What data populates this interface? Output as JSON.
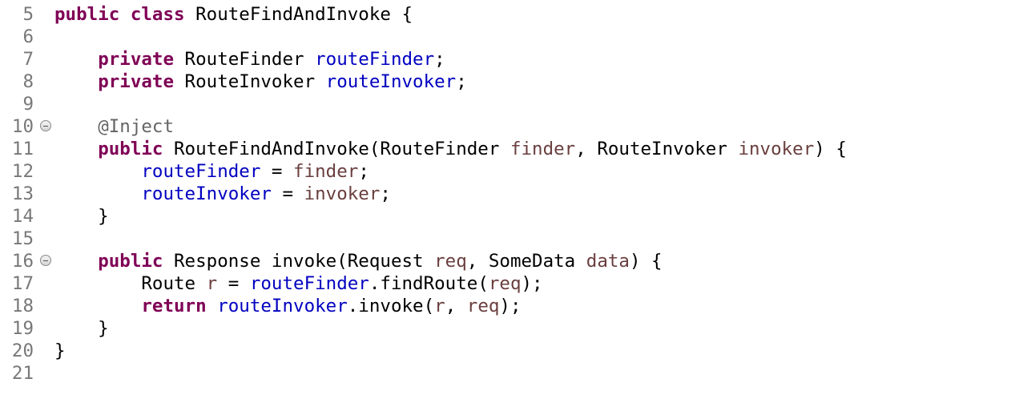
{
  "colors": {
    "keyword": "#7f0055",
    "field": "#0000c0",
    "param": "#6a3e3e",
    "annotation": "#646464",
    "plain": "#000000",
    "line_number": "#787878"
  },
  "lines": [
    {
      "num": "5",
      "fold": false,
      "tokens": [
        {
          "t": "public",
          "k": "keyword"
        },
        {
          "t": " ",
          "k": "plain"
        },
        {
          "t": "class",
          "k": "keyword"
        },
        {
          "t": " RouteFindAndInvoke {",
          "k": "plain"
        }
      ]
    },
    {
      "num": "6",
      "fold": false,
      "tokens": []
    },
    {
      "num": "7",
      "fold": false,
      "tokens": [
        {
          "t": "    ",
          "k": "plain"
        },
        {
          "t": "private",
          "k": "keyword"
        },
        {
          "t": " RouteFinder ",
          "k": "plain"
        },
        {
          "t": "routeFinder",
          "k": "field"
        },
        {
          "t": ";",
          "k": "plain"
        }
      ]
    },
    {
      "num": "8",
      "fold": false,
      "tokens": [
        {
          "t": "    ",
          "k": "plain"
        },
        {
          "t": "private",
          "k": "keyword"
        },
        {
          "t": " RouteInvoker ",
          "k": "plain"
        },
        {
          "t": "routeInvoker",
          "k": "field"
        },
        {
          "t": ";",
          "k": "plain"
        }
      ]
    },
    {
      "num": "9",
      "fold": false,
      "tokens": []
    },
    {
      "num": "10",
      "fold": true,
      "tokens": [
        {
          "t": "    ",
          "k": "plain"
        },
        {
          "t": "@Inject",
          "k": "annotation"
        }
      ]
    },
    {
      "num": "11",
      "fold": false,
      "tokens": [
        {
          "t": "    ",
          "k": "plain"
        },
        {
          "t": "public",
          "k": "keyword"
        },
        {
          "t": " RouteFindAndInvoke(RouteFinder ",
          "k": "plain"
        },
        {
          "t": "finder",
          "k": "param"
        },
        {
          "t": ", RouteInvoker ",
          "k": "plain"
        },
        {
          "t": "invoker",
          "k": "param"
        },
        {
          "t": ") {",
          "k": "plain"
        }
      ]
    },
    {
      "num": "12",
      "fold": false,
      "tokens": [
        {
          "t": "        ",
          "k": "plain"
        },
        {
          "t": "routeFinder",
          "k": "field"
        },
        {
          "t": " = ",
          "k": "plain"
        },
        {
          "t": "finder",
          "k": "param"
        },
        {
          "t": ";",
          "k": "plain"
        }
      ]
    },
    {
      "num": "13",
      "fold": false,
      "tokens": [
        {
          "t": "        ",
          "k": "plain"
        },
        {
          "t": "routeInvoker",
          "k": "field"
        },
        {
          "t": " = ",
          "k": "plain"
        },
        {
          "t": "invoker",
          "k": "param"
        },
        {
          "t": ";",
          "k": "plain"
        }
      ]
    },
    {
      "num": "14",
      "fold": false,
      "tokens": [
        {
          "t": "    }",
          "k": "plain"
        }
      ]
    },
    {
      "num": "15",
      "fold": false,
      "tokens": []
    },
    {
      "num": "16",
      "fold": true,
      "tokens": [
        {
          "t": "    ",
          "k": "plain"
        },
        {
          "t": "public",
          "k": "keyword"
        },
        {
          "t": " Response invoke(Request ",
          "k": "plain"
        },
        {
          "t": "req",
          "k": "param"
        },
        {
          "t": ", SomeData ",
          "k": "plain"
        },
        {
          "t": "data",
          "k": "param"
        },
        {
          "t": ") {",
          "k": "plain"
        }
      ]
    },
    {
      "num": "17",
      "fold": false,
      "tokens": [
        {
          "t": "        Route ",
          "k": "plain"
        },
        {
          "t": "r",
          "k": "param"
        },
        {
          "t": " = ",
          "k": "plain"
        },
        {
          "t": "routeFinder",
          "k": "field"
        },
        {
          "t": ".findRoute(",
          "k": "plain"
        },
        {
          "t": "req",
          "k": "param"
        },
        {
          "t": ");",
          "k": "plain"
        }
      ]
    },
    {
      "num": "18",
      "fold": false,
      "tokens": [
        {
          "t": "        ",
          "k": "plain"
        },
        {
          "t": "return",
          "k": "keyword"
        },
        {
          "t": " ",
          "k": "plain"
        },
        {
          "t": "routeInvoker",
          "k": "field"
        },
        {
          "t": ".invoke(",
          "k": "plain"
        },
        {
          "t": "r",
          "k": "param"
        },
        {
          "t": ", ",
          "k": "plain"
        },
        {
          "t": "req",
          "k": "param"
        },
        {
          "t": ");",
          "k": "plain"
        }
      ]
    },
    {
      "num": "19",
      "fold": false,
      "tokens": [
        {
          "t": "    }",
          "k": "plain"
        }
      ]
    },
    {
      "num": "20",
      "fold": false,
      "tokens": [
        {
          "t": "}",
          "k": "plain"
        }
      ]
    },
    {
      "num": "21",
      "fold": false,
      "tokens": []
    }
  ]
}
